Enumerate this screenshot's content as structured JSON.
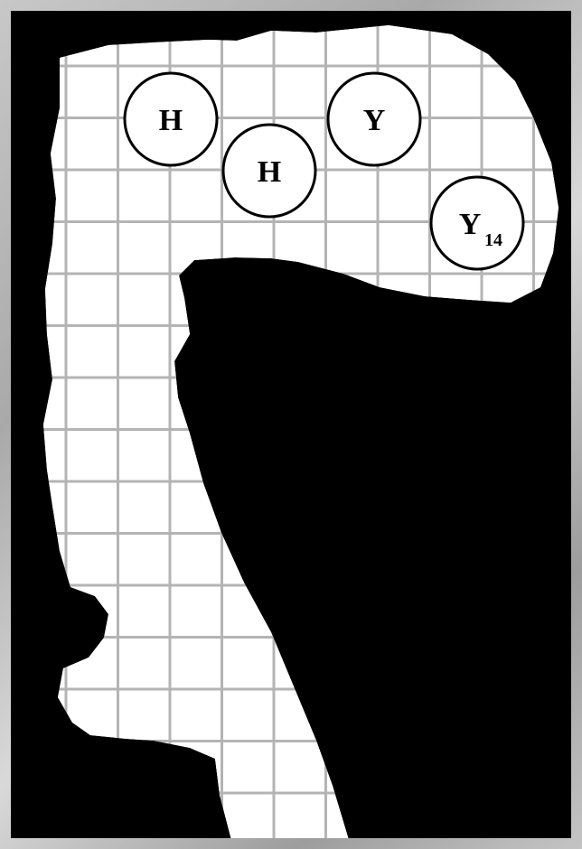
{
  "tokens": [
    {
      "label": "H",
      "sub": ""
    },
    {
      "label": "H",
      "sub": ""
    },
    {
      "label": "Y",
      "sub": ""
    },
    {
      "label": "Y",
      "sub": "14"
    }
  ],
  "colors": {
    "frame": "#b5b5b5",
    "background": "#000000",
    "board": "#ffffff",
    "grid": "#b4b4b4",
    "token_fill": "#ffffff",
    "token_stroke": "#000000"
  }
}
